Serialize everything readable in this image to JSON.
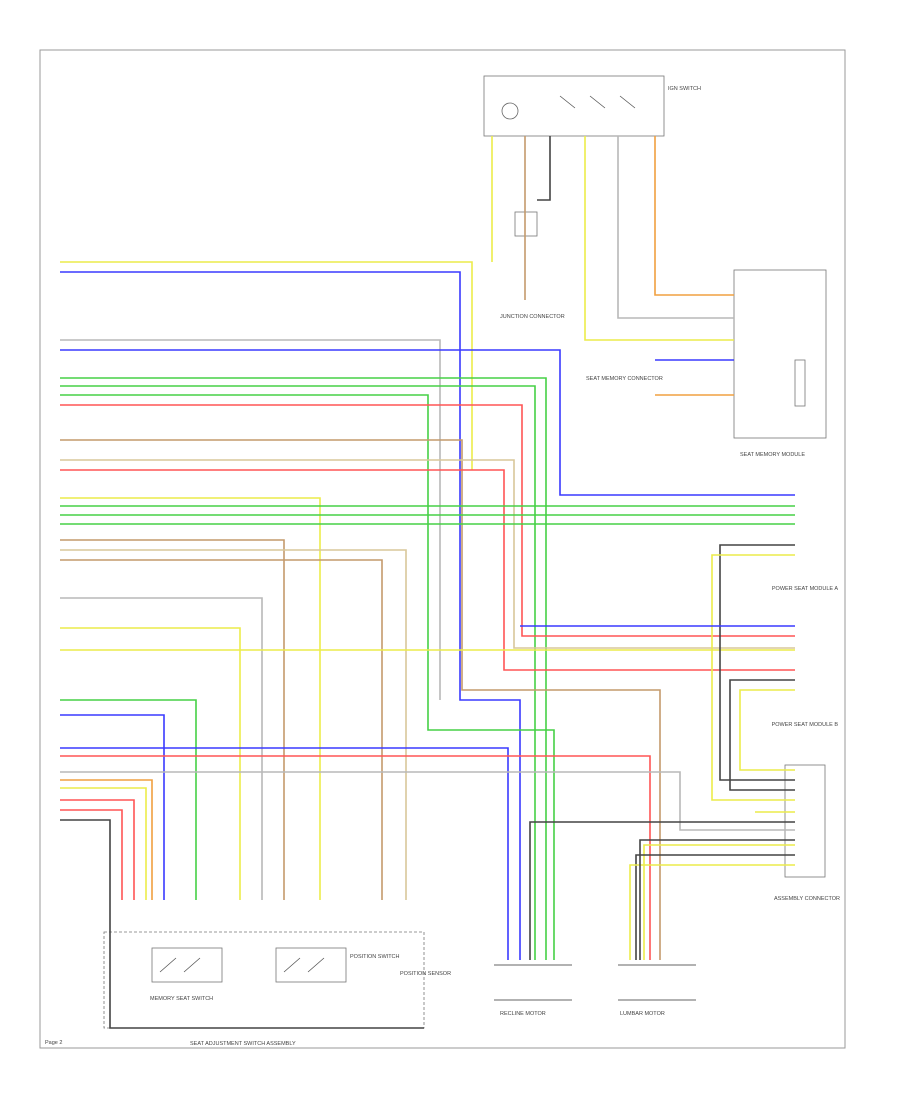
{
  "page_number": "Page 2",
  "colors": {
    "yellow": "#ecec4a",
    "blue": "#3a3aff",
    "green": "#46d046",
    "red": "#ff5555",
    "brown": "#c49a6c",
    "orange": "#f0a040",
    "gray": "#b8b8b8",
    "dark": "#444444",
    "tan": "#d8c79a"
  },
  "components": {
    "ignition_switch": "IGN SWITCH",
    "fuse_connector": "JUNCTION CONNECTOR",
    "memory_module": "SEAT MEMORY MODULE",
    "right_connector": "SEAT MEMORY CONNECTOR",
    "lower_right_connector": "ASSEMBLY CONNECTOR",
    "left_module_a": "POWER SEAT MODULE A",
    "left_module_b": "POWER SEAT MODULE B",
    "bottom_left_switch": "MEMORY SEAT SWITCH",
    "bottom_mid_switch": "POSITION SWITCH",
    "bottom_switch_assembly": "SEAT ADJUSTMENT SWITCH ASSEMBLY",
    "motor_a": "RECLINE MOTOR",
    "motor_b": "LUMBAR MOTOR",
    "sensor": "POSITION SENSOR"
  }
}
